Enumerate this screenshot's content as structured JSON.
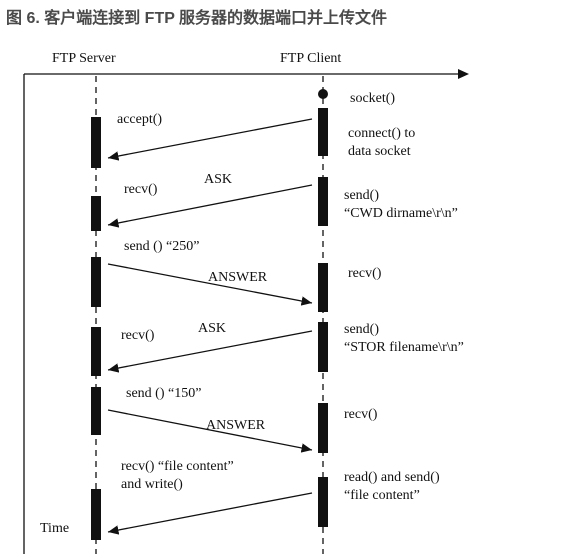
{
  "title": "图 6. 客户端连接到 FTP 服务器的数据端口并上传文件",
  "participants": {
    "server": "FTP Server",
    "client": "FTP Client"
  },
  "time_label": "Time",
  "server_notes": [
    [
      "accept()"
    ],
    [
      "recv()"
    ],
    [
      "send () “250”"
    ],
    [
      "recv()"
    ],
    [
      "send () “150”"
    ],
    [
      "recv() “file content”",
      "and write()"
    ]
  ],
  "client_notes": [
    [
      "socket()"
    ],
    [
      "connect() to",
      "data socket"
    ],
    [
      "send()",
      "“CWD dirname\\r\\n”"
    ],
    [
      "recv()"
    ],
    [
      "send()",
      "“STOR filename\\r\\n”"
    ],
    [
      "recv()"
    ],
    [
      "read() and send()",
      "“file content”"
    ]
  ],
  "messages": [
    {
      "from": "client",
      "label": ""
    },
    {
      "from": "client",
      "label": "ASK"
    },
    {
      "from": "server",
      "label": "ANSWER"
    },
    {
      "from": "client",
      "label": "ASK"
    },
    {
      "from": "server",
      "label": "ANSWER"
    },
    {
      "from": "client",
      "label": ""
    }
  ]
}
